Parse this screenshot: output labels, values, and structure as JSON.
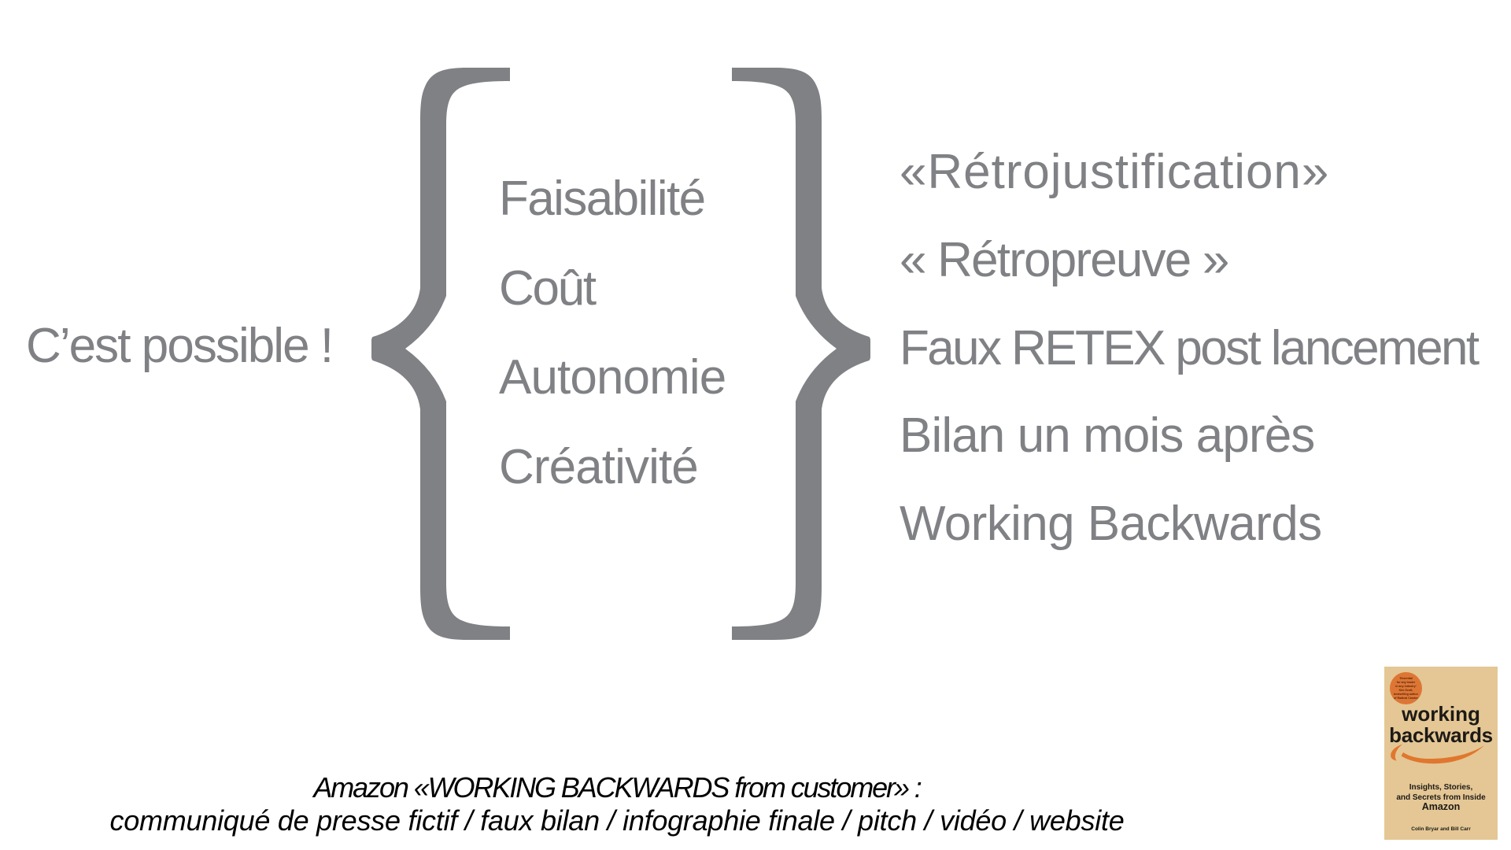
{
  "slide": {
    "left_label": "C’est possible !",
    "left_items": [
      "Faisabilité",
      "Coût",
      "Autonomie",
      "Créativité"
    ],
    "right_items": [
      "«Rétrojustification»",
      "« Rétropreuve »",
      "Faux RETEX post lancement",
      "Bilan un mois après",
      "Working Backwards"
    ],
    "footer": {
      "line1": "Amazon «WORKING BACKWARDS from customer» :",
      "line2": "communiqué de presse fictif / faux bilan / infographie finale / pitch / vidéo / website"
    },
    "colors": {
      "text_gray": "#7f8184",
      "brace_gray": "#7f8184",
      "footer_black": "#000000",
      "cover_background": "#e4c795",
      "cover_orange": "#dd7634",
      "cover_text": "#1d1a16",
      "page_background": "#ffffff"
    },
    "book_cover": {
      "badge_lines": [
        "‘Essential",
        "for any leader",
        "in any industry’",
        "Kim Scott,",
        "bestselling author",
        "of Radical Candor"
      ],
      "title_line1": "working",
      "title_line2": "backwards",
      "subtitle_line1": "Insights, Stories,",
      "subtitle_line2": "and Secrets from Inside",
      "subtitle_line3": "Amazon",
      "authors": "Colin Bryar and Bill Carr"
    }
  }
}
